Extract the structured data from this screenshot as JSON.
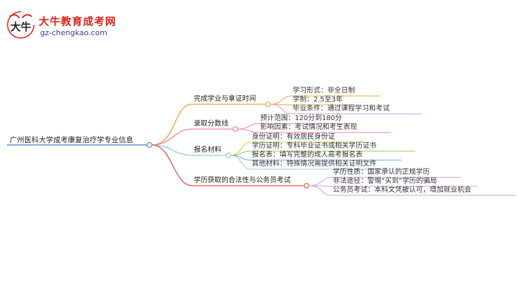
{
  "logo": {
    "glyph": "大牛",
    "site_name": "大牛教育成考网",
    "url": "gz-chengkao.com"
  },
  "mindmap": {
    "root": "广州医科大学成考康复治疗学专业信息",
    "branches": [
      {
        "label": "完成学业与拿证时间",
        "color": "#f0a03c",
        "leaves": [
          "学习形式：非全日制",
          "学制：2.5至3年",
          "毕业条件：通过课程学习和考试"
        ]
      },
      {
        "label": "录取分数线",
        "color": "#f07fb0",
        "leaves": [
          "预计范围：120分到180分",
          "影响因素：考试情况和考生表现"
        ]
      },
      {
        "label": "报名材料",
        "color": "#8fc9e8",
        "leaves": [
          "身份证明：有效居民身份证",
          "学历证明：专科毕业证书或相关学历证书",
          "报名表：填写完整的成人高考报名表",
          "其他材料：特殊情况需提供相关证明文件"
        ]
      },
      {
        "label": "学历获取的合法性与公务员考试",
        "color": "#e0524a",
        "leaves": [
          "学历性质：国家承认的正规学历",
          "非法途径：警惕“买到”学历的骗局",
          "公务员考试：本科文凭被认可，增加就业机会"
        ]
      }
    ]
  }
}
